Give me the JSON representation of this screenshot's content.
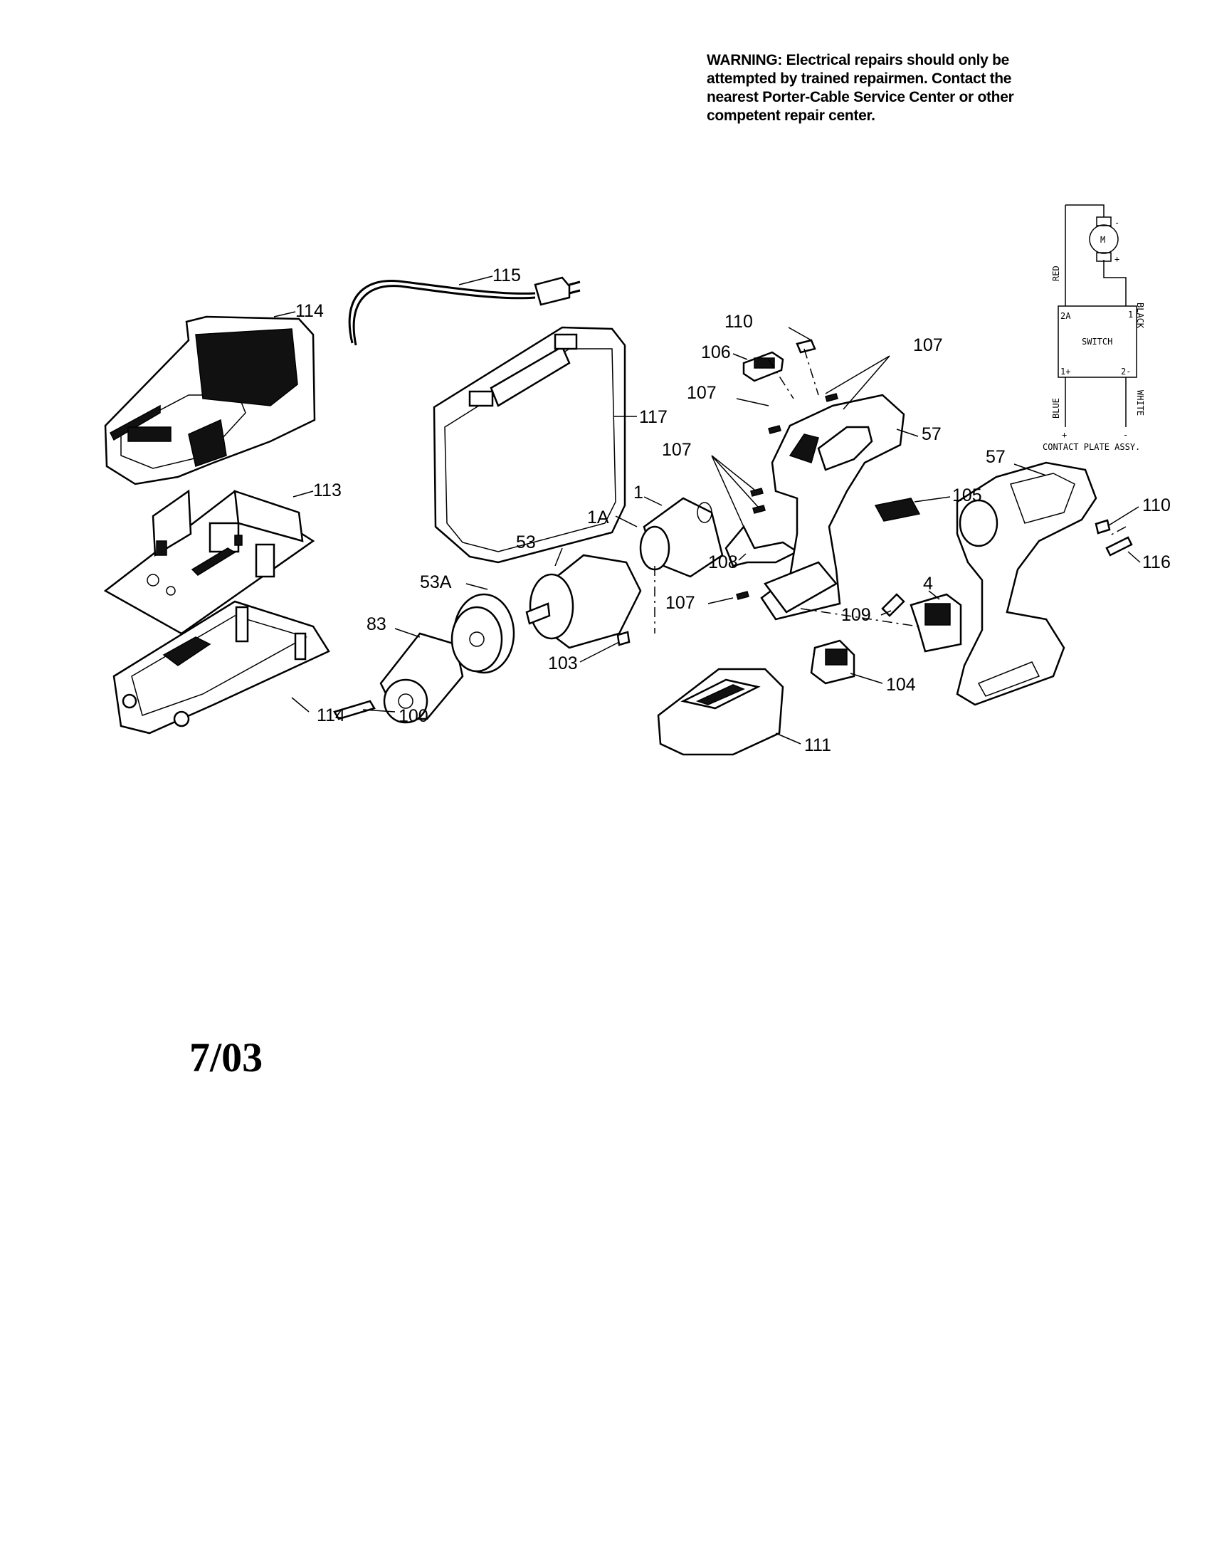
{
  "warning": {
    "lines": [
      "WARNING: Electrical repairs should only be",
      "attempted by trained repairmen. Contact the",
      "nearest Porter-Cable Service Center or other",
      "competent repair center."
    ]
  },
  "date_code": "7/03",
  "schematic": {
    "motor_symbol": "M",
    "terminal_minus": "-",
    "terminal_plus": "+",
    "wire_red": "RED",
    "wire_black": "BLACK",
    "wire_blue": "BLUE",
    "wire_white": "WHITE",
    "switch_label": "SWITCH",
    "pin_2a": "2A",
    "pin_1": "1",
    "pin_1plus": "1+",
    "pin_2minus": "2-",
    "contact_plus": "+",
    "contact_minus": "-",
    "contact_plate": "CONTACT PLATE ASSY."
  },
  "callouts": {
    "c115": "115",
    "c114a": "114",
    "c113": "113",
    "c114b": "114",
    "c117": "117",
    "c110a": "110",
    "c106": "106",
    "c107a": "107",
    "c107b": "107",
    "c57a": "57",
    "c107c": "107",
    "c1": "1",
    "c1a": "1A",
    "c53": "53",
    "c53a": "53A",
    "c83": "83",
    "c100": "100",
    "c103": "103",
    "c108": "108",
    "c107d": "107",
    "c105": "105",
    "c57b": "57",
    "c110b": "110",
    "c116": "116",
    "c4": "4",
    "c109": "109",
    "c104": "104",
    "c111": "111"
  }
}
